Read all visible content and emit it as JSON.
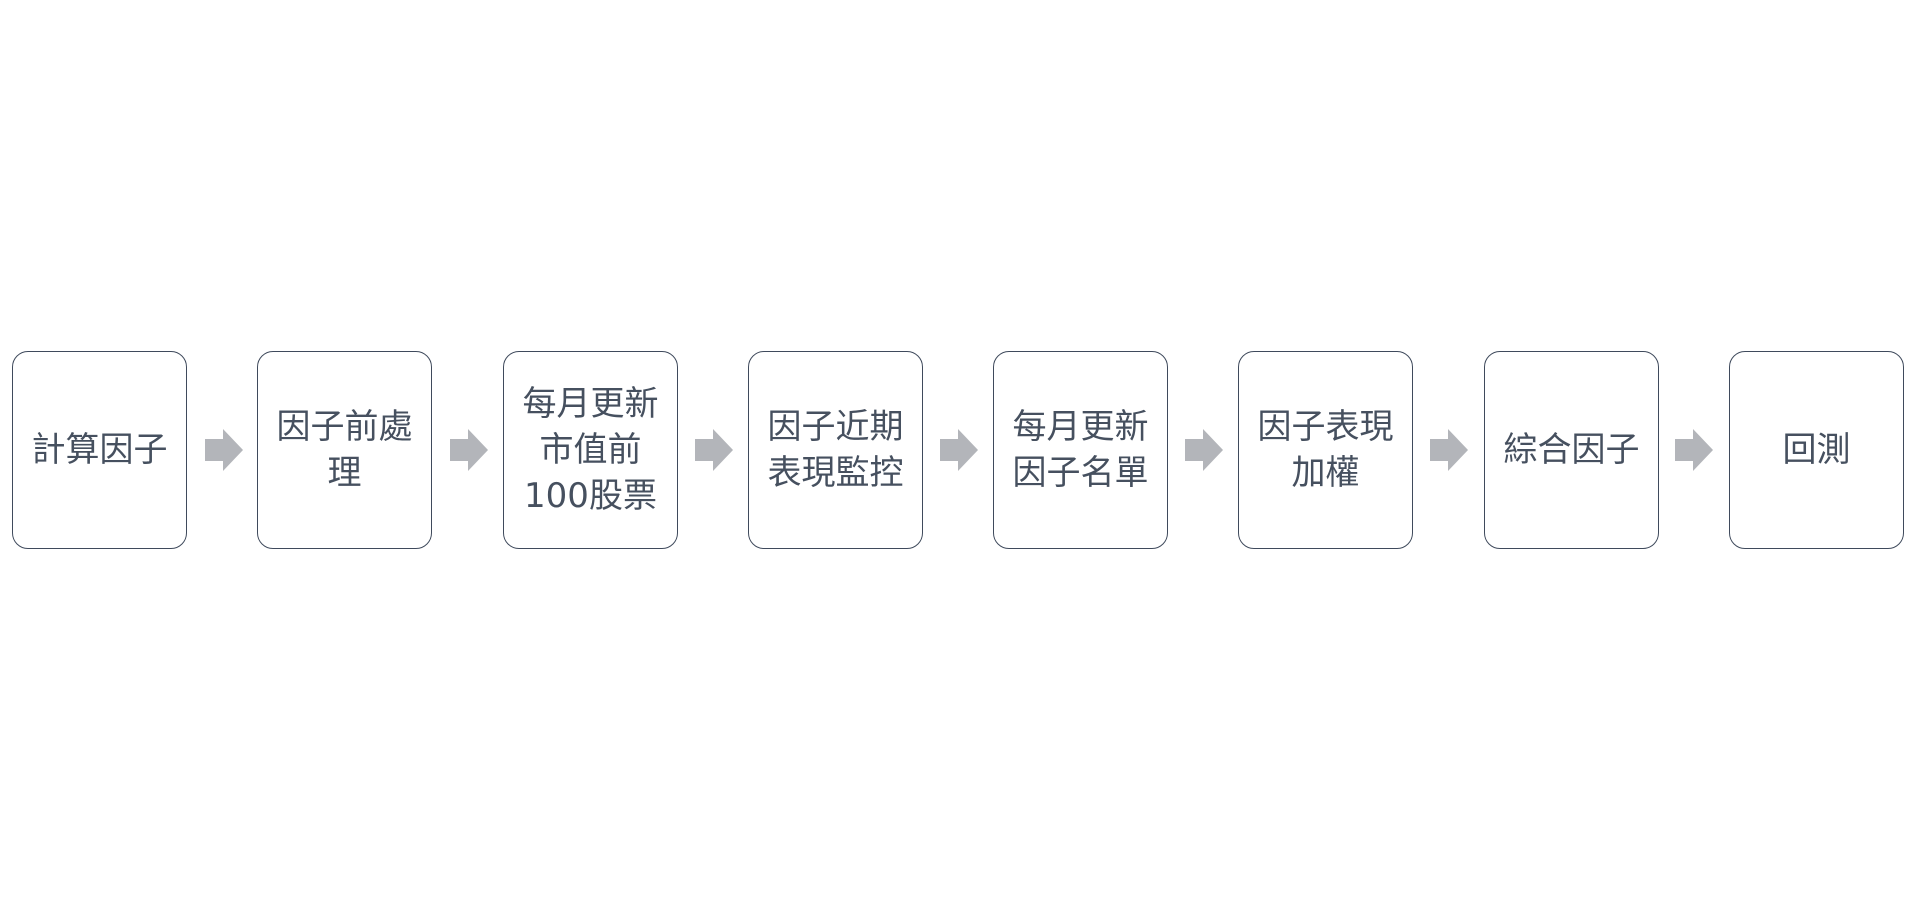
{
  "diagram": {
    "arrow_color": "#b3b5ba",
    "border_color": "#3f4a5c",
    "text_color": "#46505f",
    "steps": [
      {
        "label": "計算因子"
      },
      {
        "label": "因子前處\n理"
      },
      {
        "label": "每月更新\n市值前\n100股票"
      },
      {
        "label": "因子近期\n表現監控"
      },
      {
        "label": "每月更新\n因子名單"
      },
      {
        "label": "因子表現\n加權"
      },
      {
        "label": "綜合因子"
      },
      {
        "label": "回測"
      }
    ]
  }
}
